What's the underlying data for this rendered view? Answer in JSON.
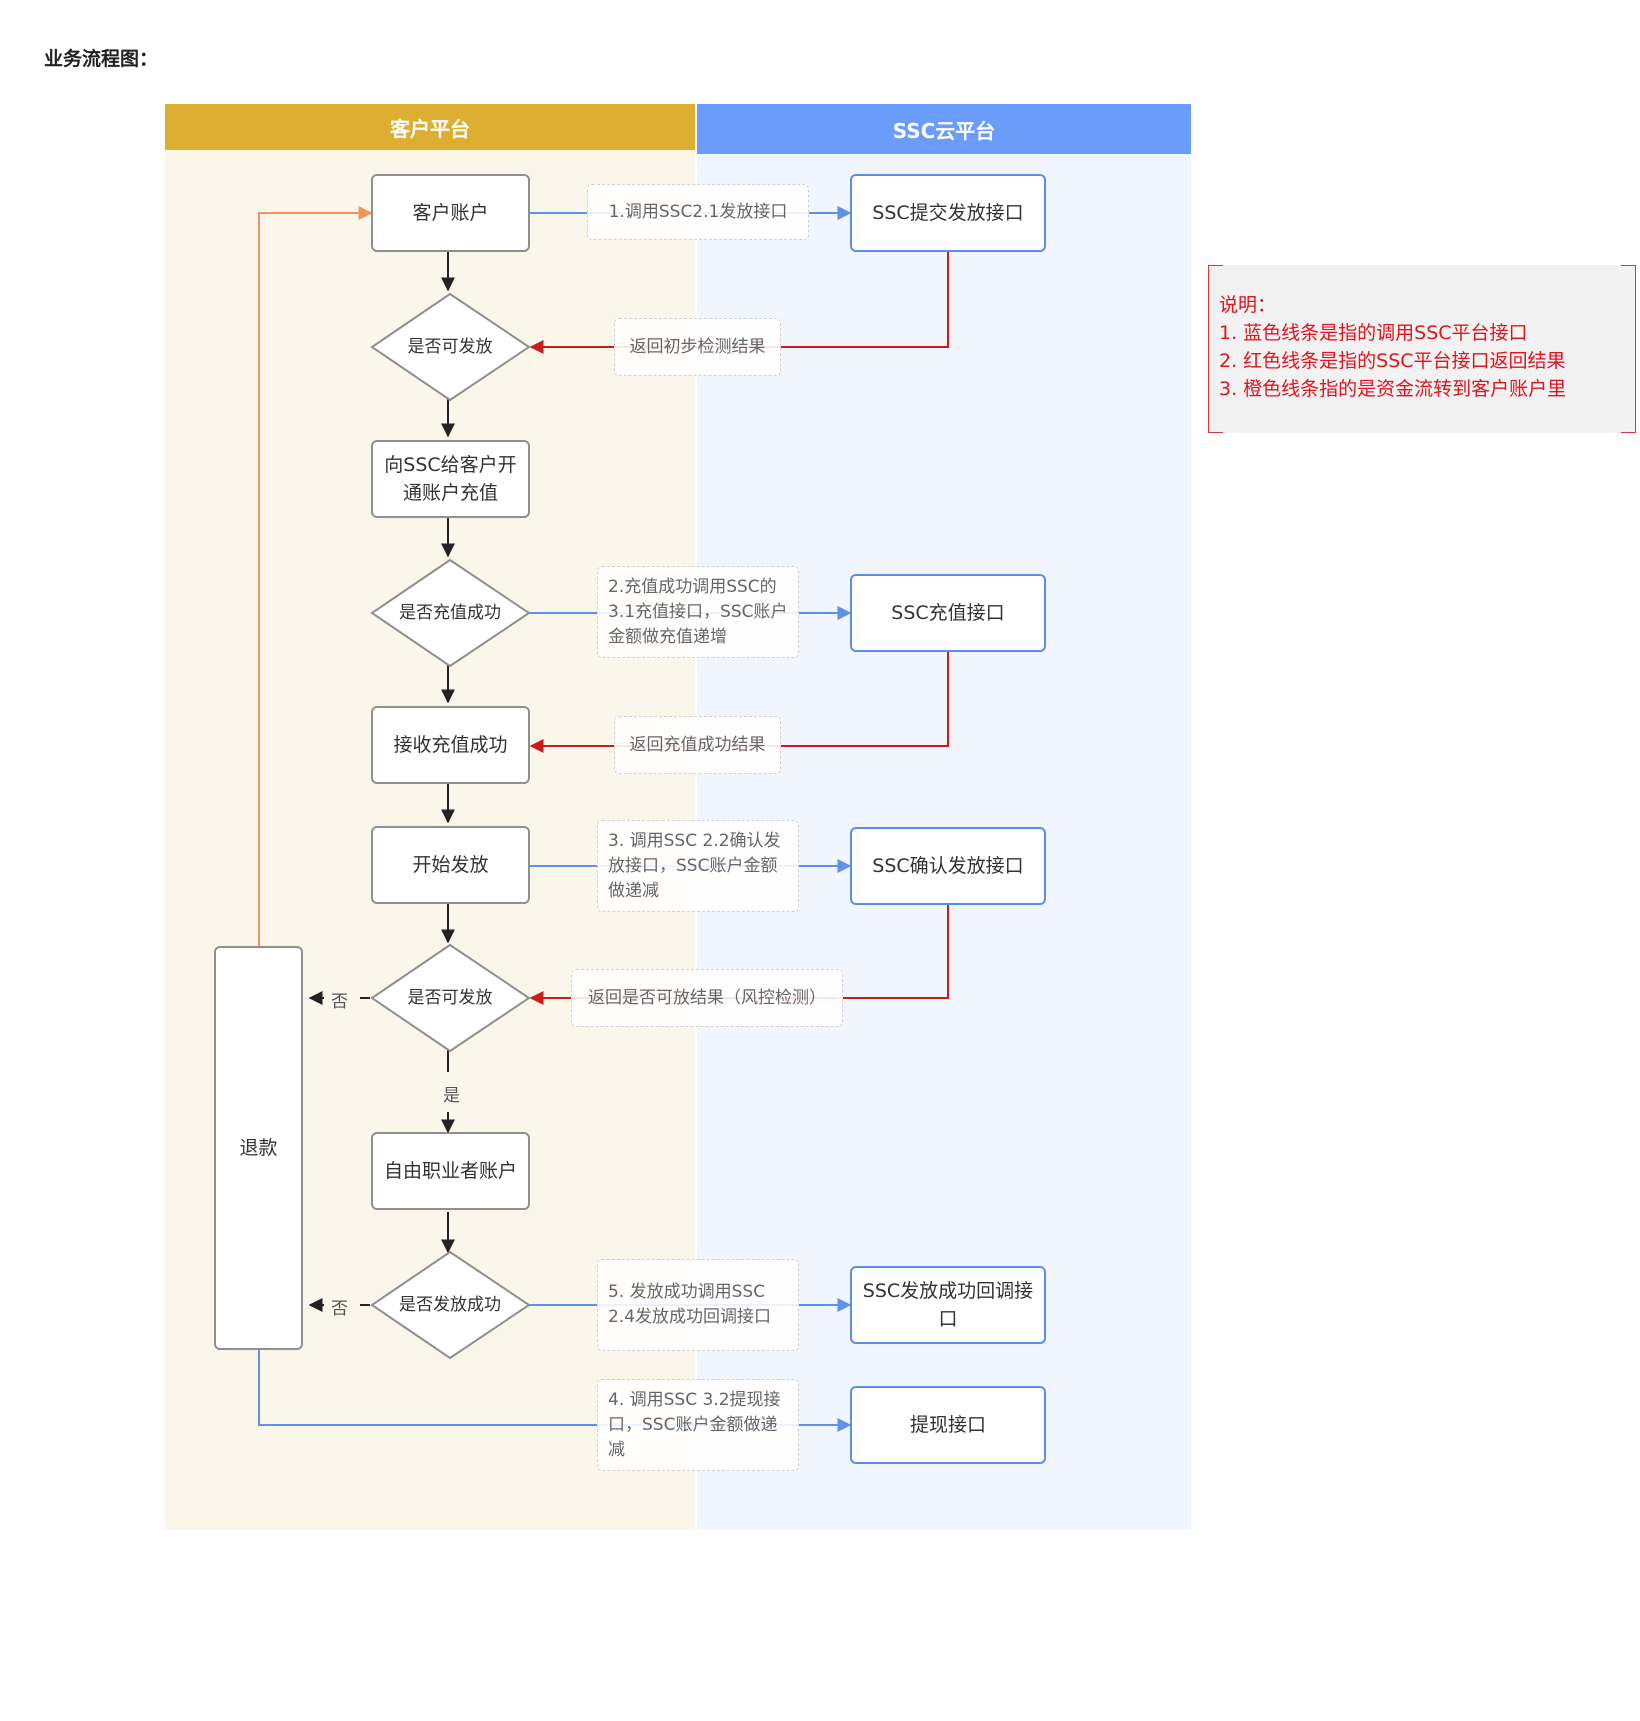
{
  "page_title": "业务流程图：",
  "lanes": {
    "client": "客户平台",
    "ssc": "SSC云平台"
  },
  "colors": {
    "client_header": "#dcaf33",
    "client_bg": "#faf6ea",
    "ssc_header": "#6a9cfb",
    "ssc_bg": "#f1f6fe",
    "blue_line": "#6090e8",
    "red_line": "#cc1b1b",
    "orange_line": "#f0935d"
  },
  "nodes": {
    "customer_account": "客户账户",
    "can_issue_1": "是否可发放",
    "open_account_recharge": "向SSC给客户开通账户充值",
    "recharge_success_q": "是否充值成功",
    "receive_recharge_success": "接收充值成功",
    "start_issue": "开始发放",
    "can_issue_2": "是否可发放",
    "freelancer_account": "自由职业者账户",
    "issue_success_q": "是否发放成功",
    "refund": "退款",
    "ssc_submit_issue": "SSC提交发放接口",
    "ssc_recharge": "SSC充值接口",
    "ssc_confirm_issue": "SSC确认发放接口",
    "ssc_issue_success_callback": "SSC发放成功回调接口",
    "withdraw": "提现接口"
  },
  "edge_labels": {
    "call_21": "1.调用SSC2.1发放接口",
    "return_initial": "返回初步检测结果",
    "call_31": "2.充值成功调用SSC的3.1充值接口，SSC账户金额做充值递增",
    "return_recharge": "返回充值成功结果",
    "call_22": "3. 调用SSC 2.2确认发放接口，SSC账户金额做递减",
    "return_risk": "返回是否可放结果（风控检测）",
    "call_24": "5. 发放成功调用SSC 2.4发放成功回调接口",
    "call_32": "4. 调用SSC 3.2提现接口，SSC账户金额做递减",
    "no_1": "否",
    "no_2": "否",
    "yes": "是"
  },
  "legend": {
    "title": "说明：",
    "items": [
      "1. 蓝色线条是指的调用SSC平台接口",
      "2. 红色线条是指的SSC平台接口返回结果",
      "3. 橙色线条指的是资金流转到客户账户里"
    ]
  }
}
